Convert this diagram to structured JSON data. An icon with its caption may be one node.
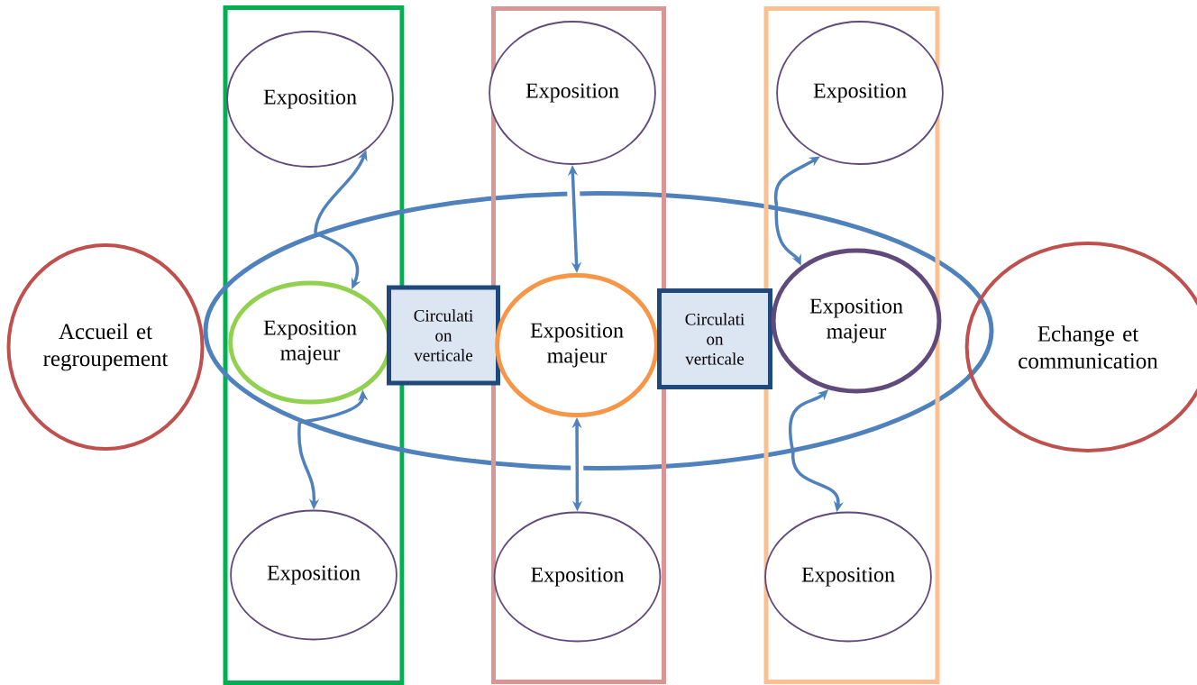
{
  "diagram": {
    "nodes": [
      {
        "text": [
          "Accueil et regroupement"
        ]
      },
      {
        "text": [],
        "shape": "box"
      },
      {
        "text": [
          "Exposition"
        ],
        "in": 1
      },
      {
        "text": [],
        "shape": "ellipse"
      },
      {
        "text": [
          "Exposition majeur"
        ]
      },
      {
        "text": [
          "Exposition"
        ],
        "in": 1
      },
      {
        "text": [
          "Circulati on verticale"
        ],
        "in": 3
      },
      {
        "text": [],
        "shape": "box"
      },
      {
        "text": [
          "Exposition"
        ],
        "in": 7
      },
      {
        "text": [
          "Exposition majeur"
        ]
      },
      {
        "text": [
          "Exposition"
        ],
        "in": 7
      },
      {
        "text": [
          "Circulati on verticale"
        ],
        "in": 3
      },
      {
        "text": [],
        "shape": "box"
      },
      {
        "text": [
          "Exposition"
        ],
        "in": 12
      },
      {
        "text": [
          "Exposition majeur"
        ]
      },
      {
        "text": [
          "Exposition"
        ],
        "in": 12
      },
      {
        "text": [
          "Echange et communication"
        ]
      }
    ],
    "edges": [
      {
        "from": 3,
        "to": 2,
        "arrow": "to"
      },
      {
        "from": 3,
        "to": 4,
        "arrow": "to"
      },
      {
        "from": 3,
        "to": 4,
        "arrow": "to"
      },
      {
        "from": 3,
        "to": 5,
        "arrow": "to"
      },
      {
        "from": 8,
        "to": 9,
        "arrow": "both"
      },
      {
        "from": 9,
        "to": 10,
        "arrow": "both"
      },
      {
        "from": 3,
        "to": 13,
        "arrow": "to"
      },
      {
        "from": 3,
        "to": 14,
        "arrow": "to"
      },
      {
        "from": 3,
        "to": 14,
        "arrow": "to"
      },
      {
        "from": 3,
        "to": 15,
        "arrow": "to"
      }
    ]
  }
}
